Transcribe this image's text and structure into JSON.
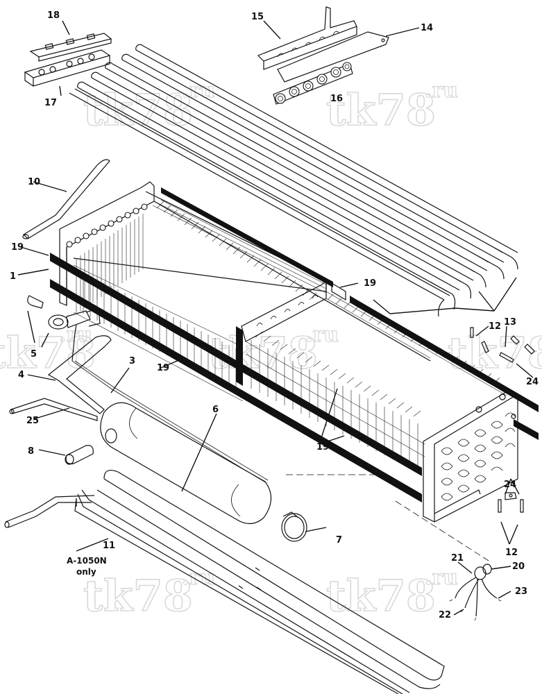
{
  "diagram": {
    "callouts": [
      {
        "id": "c1",
        "text": "1"
      },
      {
        "id": "c3",
        "text": "3"
      },
      {
        "id": "c4",
        "text": "4"
      },
      {
        "id": "c5",
        "text": "5"
      },
      {
        "id": "c6",
        "text": "6"
      },
      {
        "id": "c7",
        "text": "7"
      },
      {
        "id": "c8",
        "text": "8"
      },
      {
        "id": "c10",
        "text": "10"
      },
      {
        "id": "c11",
        "text": "11"
      },
      {
        "id": "c12a",
        "text": "12"
      },
      {
        "id": "c12b",
        "text": "12"
      },
      {
        "id": "c13",
        "text": "13"
      },
      {
        "id": "c14",
        "text": "14"
      },
      {
        "id": "c15",
        "text": "15"
      },
      {
        "id": "c16",
        "text": "16"
      },
      {
        "id": "c17",
        "text": "17"
      },
      {
        "id": "c18",
        "text": "18"
      },
      {
        "id": "c19a",
        "text": "19"
      },
      {
        "id": "c19b",
        "text": "19"
      },
      {
        "id": "c19c",
        "text": "19"
      },
      {
        "id": "c19d",
        "text": "19"
      },
      {
        "id": "c20",
        "text": "20"
      },
      {
        "id": "c21",
        "text": "21"
      },
      {
        "id": "c22",
        "text": "22"
      },
      {
        "id": "c23",
        "text": "23"
      },
      {
        "id": "c24a",
        "text": "24"
      },
      {
        "id": "c24b",
        "text": "24"
      },
      {
        "id": "c25",
        "text": "25"
      }
    ],
    "note_line1": "A-1050N",
    "note_line2": "only",
    "watermark": "tk78",
    "watermark_suffix": ".ru"
  }
}
